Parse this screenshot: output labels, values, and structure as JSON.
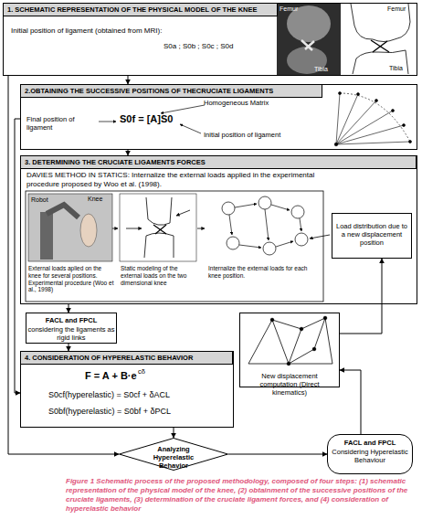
{
  "diagram": {
    "caption": "Figure 1 Schematic process of the proposed methodology, composed of four steps: (1) schematic representation of the physical model of the knee, (2) obtainment of the successive positions of the cruciate ligaments, (3) determination of the cruciate ligament forces, and (4) consideration of hyperelastic behavior",
    "nodes": [
      {
        "text": [
          "1. SCHEMATIC REPRESENTATION OF THE PHYSICAL MODEL OF THE KNEE",
          "Initial position of ligament (obtained from MRI):",
          "S0a ; S0b ; S0c ; S0d"
        ]
      },
      {
        "text": [
          "2.OBTAINING THE SUCCESSIVE POSITIONS OF THECRUCIATE LIGAMENTS",
          "Final position of ligament",
          "S0f = [A]S0",
          "Homogeneous Matrix",
          "Initial position of ligament"
        ]
      },
      {
        "text": [
          "3. DETERMINING THE CRUCIATE LIGAMENTS FORCES",
          "DAVIES METHOD IN STATICS: Internalize the external loads applied in the experimental procedure proposed by Woo et al. (1998)."
        ]
      },
      {
        "text": [
          "Load distribution due to a new displacement position"
        ],
        "in": 2
      },
      {
        "text": [
          "FACL and FPCL",
          "considering the ligaments as rigid links"
        ]
      },
      {
        "text": [
          "New displacement computation (Direct kinematics)"
        ]
      },
      {
        "text": [
          "4. CONSIDERATION OF HYPERELASTIC BEHAVIOR",
          "F = A + B·e",
          "cδ",
          "S0cf(hyperelastic) = S0cf + δACL",
          "S0bf(hyperelastic) = S0bf + δPCL"
        ]
      },
      {
        "text": [
          "Analyzing Hyperelastic Behavior"
        ]
      },
      {
        "text": [
          "FACL and FPCL",
          "Considering Hyperelastic Behaviour"
        ]
      }
    ],
    "edges": [
      {
        "from": 0,
        "to": 1,
        "arrow": "to"
      },
      {
        "from": 1,
        "to": 2,
        "arrow": "to"
      },
      {
        "from": 2,
        "to": 4,
        "arrow": "to"
      },
      {
        "from": 4,
        "to": 6,
        "arrow": "to"
      },
      {
        "from": 0,
        "to": 7,
        "arrow": "to"
      },
      {
        "from": 1,
        "to": 6,
        "arrow": "to"
      },
      {
        "from": 6,
        "to": 7,
        "arrow": "to"
      },
      {
        "from": 7,
        "to": 8,
        "arrow": "to"
      },
      {
        "from": 8,
        "to": 5,
        "arrow": "to"
      },
      {
        "from": 5,
        "to": 3,
        "arrow": "to"
      }
    ],
    "labels": [
      "Femur",
      "Tibia",
      "Femur",
      "Tibia",
      "Robot",
      "Knee",
      "External loads aplied on the knee for several positions. Experimental procedure (Woo et al., 1998)",
      "Static modeling of the external loads on the two dimensional knee",
      "Internalize the external loads for each knee position."
    ]
  }
}
